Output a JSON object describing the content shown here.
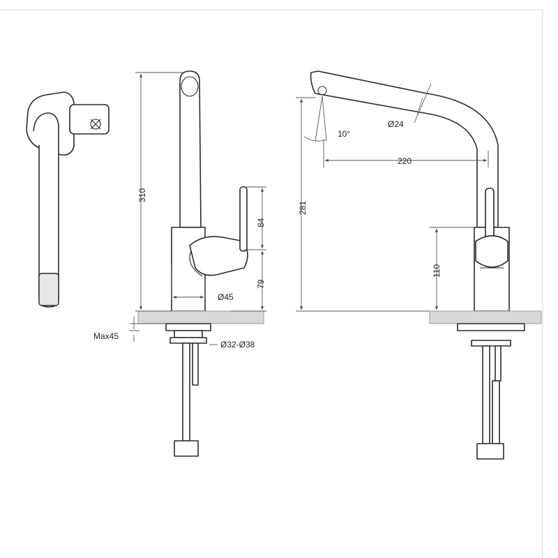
{
  "dimensions": {
    "total_height_side": "310",
    "handle_height": "84",
    "handle_to_base": "79",
    "body_diameter": "Ø45",
    "max_counter_thickness": "Max45",
    "hole_diameter_range": "Ø32-Ø38",
    "total_height_front": "281",
    "spout_reach": "220",
    "spout_diameter": "Ø24",
    "spout_angle": "10°",
    "front_lower_height": "110"
  }
}
